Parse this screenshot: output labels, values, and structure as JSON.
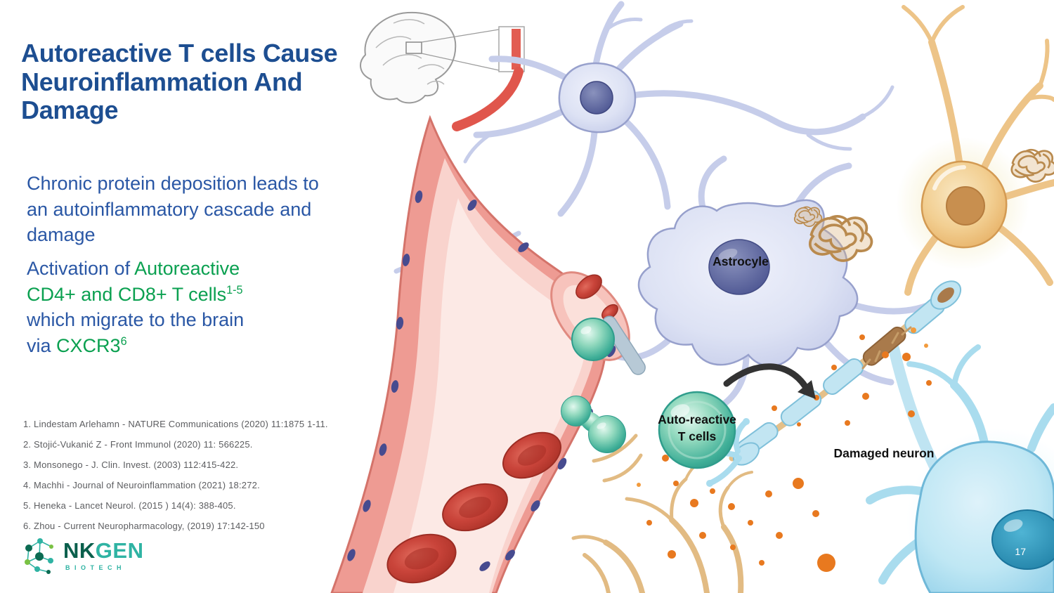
{
  "slide": {
    "title": "Autoreactive T cells Cause Neuroinflammation And Damage",
    "page_number": "17"
  },
  "body": {
    "paragraph1": "Chronic protein deposition leads to an autoinflammatory cascade and damage",
    "activation": {
      "l1_blue": "Activation of",
      "l1_green": "Autoreactive",
      "l2_green": "CD4+ and CD8+ T cells",
      "l2_sup": "1-5",
      "l3_blue": "which migrate to the brain",
      "l4_blue": "via",
      "l4_green": "CXCR3",
      "l4_sup": "6"
    }
  },
  "references": [
    "1. Lindestam Arlehamn - NATURE Communications (2020) 11:1875 1-11.",
    "2. Stojić-Vukanić Z - Front Immunol (2020) 11: 566225.",
    "3. Monsonego - J. Clin. Invest. (2003) 112:415-422.",
    "4. Machhi - Journal of Neuroinflammation (2021) 18:272.",
    "5. Heneka - Lancet Neurol. (2015 ) 14(4): 388-405.",
    "6. Zhou - Current Neuropharmacology, (2019) 17:142-150"
  ],
  "logo": {
    "nk": "NK",
    "gen": "GEN",
    "biotech": "BIOTECH"
  },
  "illustration": {
    "astrocyte_label": "Astrocyle",
    "tcell_label_line1": "Auto-reactive",
    "tcell_label_line2": "T cells",
    "damaged_neuron_label": "Damaged neuron"
  },
  "colors": {
    "title_blue": "#1d4e91",
    "body_blue": "#2a57a5",
    "accent_green": "#0aa050",
    "reference_gray": "#5c5d60",
    "logo_dark_green": "#0a5f4c",
    "logo_teal": "#2fb3a3",
    "tcell_teal": "#3eae97",
    "vessel_red": "#ee9b93",
    "neuron_lavender": "#d7dcf1",
    "neuron_orange": "#f2cf92",
    "damaged_blue": "#bfe7f4",
    "particle_orange": "#e8791f"
  }
}
